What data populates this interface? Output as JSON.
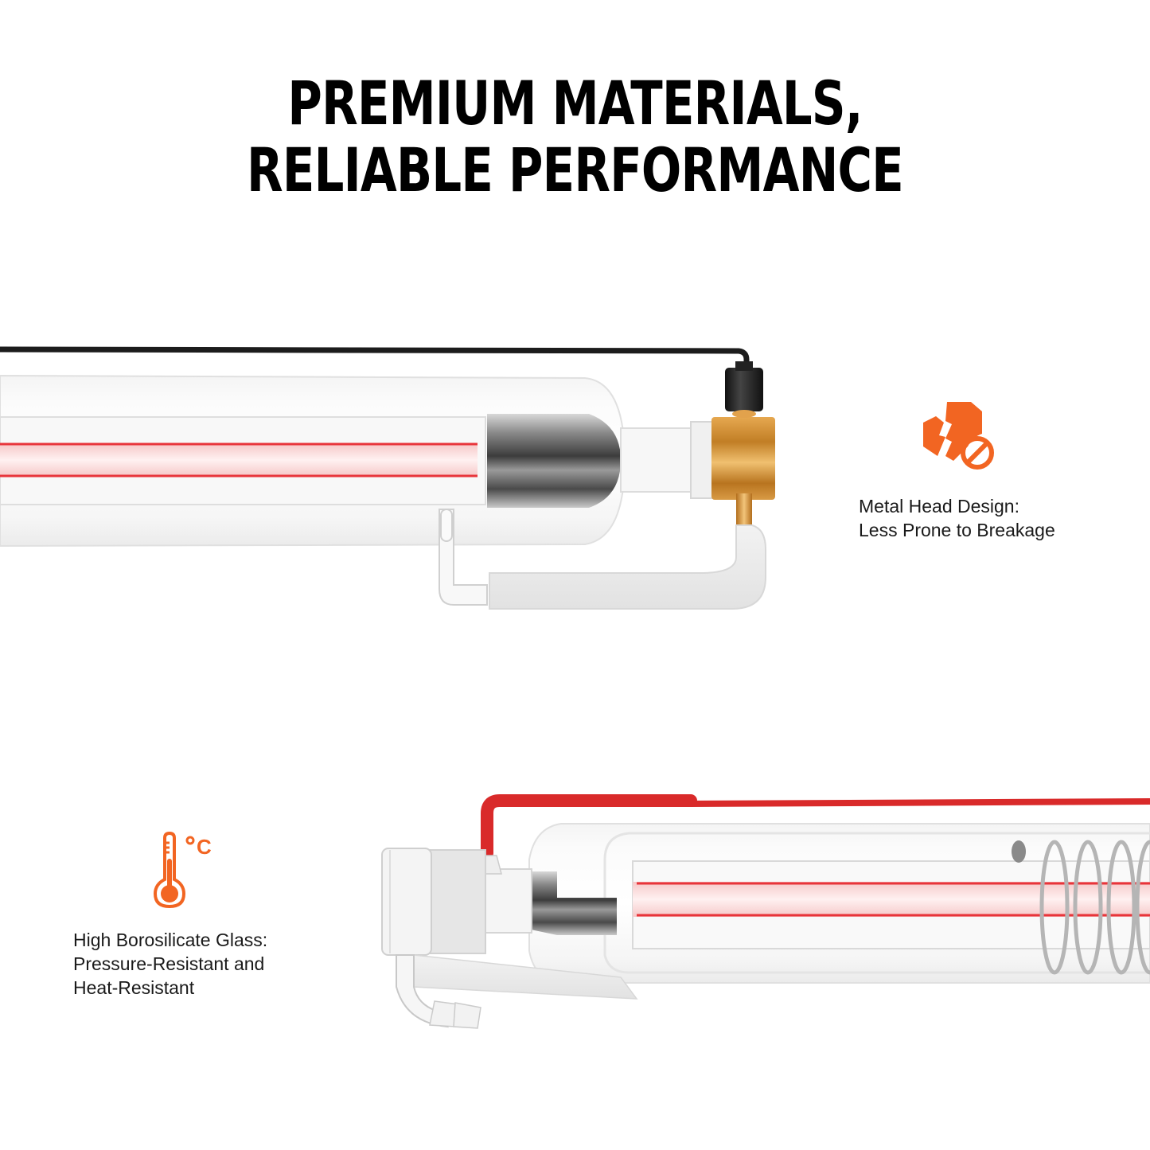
{
  "headline": {
    "line1": "PREMIUM MATERIALS,",
    "line2": "RELIABLE PERFORMANCE"
  },
  "features": [
    {
      "icon": "broken-shield-no-icon",
      "line1": "Metal Head Design:",
      "line2": "Less Prone to Breakage"
    },
    {
      "icon": "thermometer-celsius-icon",
      "line1": "High Borosilicate Glass:",
      "line2": "Pressure-Resistant and",
      "line3": "Heat-Resistant",
      "unit": "°C"
    }
  ],
  "colors": {
    "accent": "#F26522",
    "laser_red": "#E8343A",
    "wire_black": "#1c1c1c",
    "wire_red": "#D92A2A",
    "brass": "#C8892F",
    "text": "#1a1a1a"
  }
}
